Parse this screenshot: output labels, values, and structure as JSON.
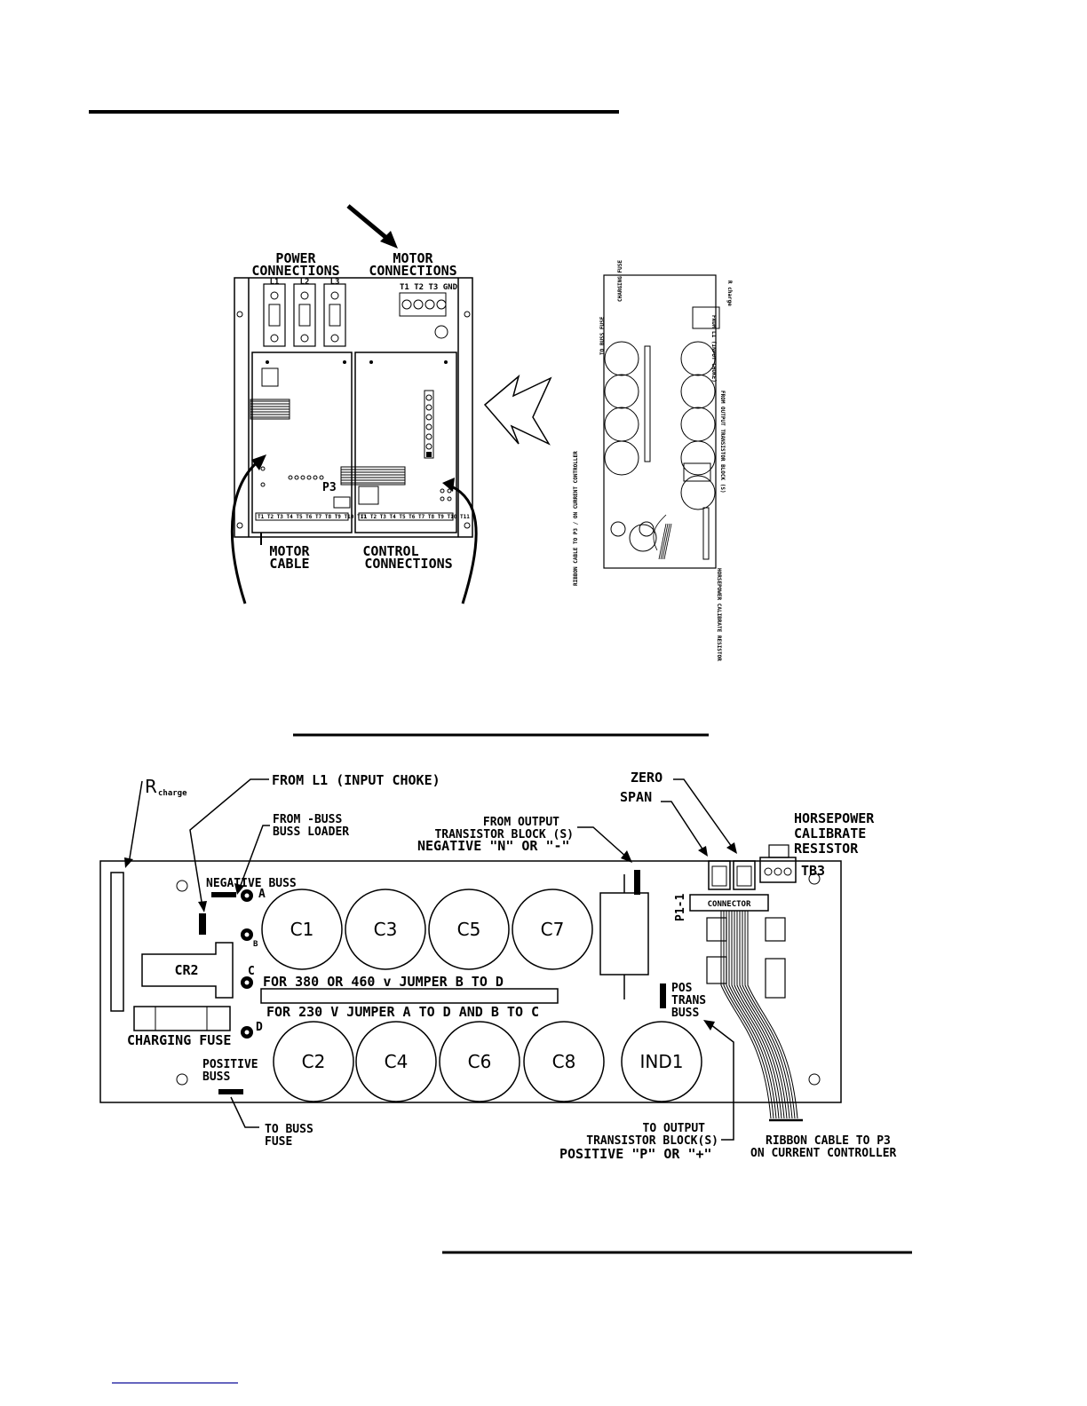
{
  "top_figure": {
    "power_connections": [
      "POWER",
      "CONNECTIONS"
    ],
    "motor_connections": [
      "MOTOR",
      "CONNECTIONS"
    ],
    "motor_cable": [
      "MOTOR",
      "CABLE"
    ],
    "control_connections": [
      "CONTROL",
      "CONNECTIONS"
    ],
    "line_terminals": [
      "L1",
      "L2",
      "L3"
    ],
    "motor_terminals": "T1 T2 T3 GND",
    "p3_label": "P3"
  },
  "bottom_figure": {
    "rcharge": "R",
    "rcharge_sub": "charge",
    "from_l1": "FROM L1 (INPUT CHOKE)",
    "from_buss": [
      "FROM -BUSS",
      "BUSS LOADER"
    ],
    "negative_buss": "NEGATIVE BUSS",
    "from_output": [
      "FROM OUTPUT",
      "TRANSISTOR BLOCK (S)",
      "NEGATIVE  \"N\" OR \"-\""
    ],
    "zero": "ZERO",
    "span": "SPAN",
    "hp_resistor": [
      "HORSEPOWER",
      "CALIBRATE",
      "RESISTOR"
    ],
    "tb3": "TB3",
    "p1": "P1-1",
    "connector": "CONNECTOR",
    "jumper_points": [
      "A",
      "B",
      "C",
      "D"
    ],
    "caps_top": [
      "C1",
      "C3",
      "C5",
      "C7"
    ],
    "caps_bottom": [
      "C2",
      "C4",
      "C6",
      "C8",
      "IND1"
    ],
    "cr2": "CR2",
    "charging_fuse": "CHARGING FUSE",
    "jumper_380": "FOR 380 OR 460 v JUMPER B TO D",
    "jumper_230": "FOR 230 V JUMPER A TO D AND B TO C",
    "pos_trans_buss": [
      "POS",
      "TRANS",
      "BUSS"
    ],
    "positive_buss": [
      "POSITIVE",
      "BUSS"
    ],
    "to_buss_fuse": [
      "TO BUSS",
      "FUSE"
    ],
    "to_output": [
      "TO OUTPUT",
      "TRANSISTOR BLOCK(S)",
      "POSITIVE  \"P\" OR \"+\""
    ],
    "ribbon_cable": [
      "RIBBON CABLE TO P3",
      "ON CURRENT CONTROLLER"
    ]
  }
}
